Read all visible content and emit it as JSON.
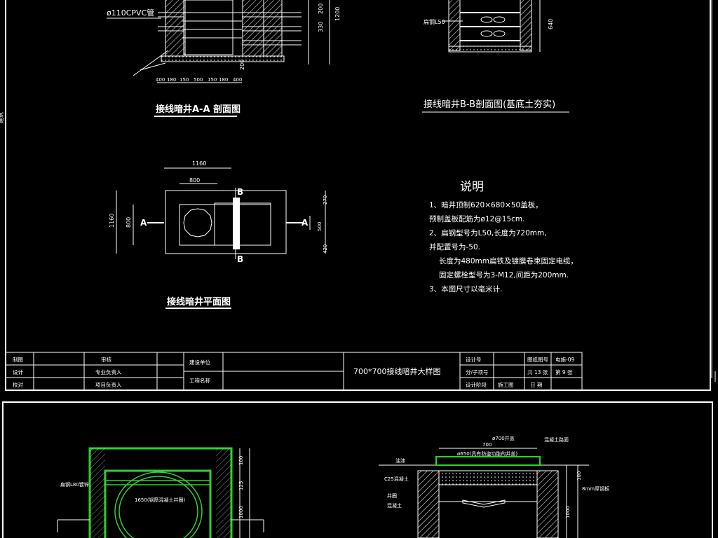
{
  "sheet_top": {
    "pipe_label": "ø110CPVC管",
    "section_aa_title": "接线暗井A-A 剖面图",
    "section_bb_title": "接线暗井B-B剖面图(基底土夯实)",
    "plan_title": "接线暗井平面图",
    "bb_side_label": "扁钢L50",
    "dims_aa_bottom": [
      "400",
      "180",
      "150",
      "500",
      "150",
      "180",
      "400"
    ],
    "dims_aa_right": [
      "1200",
      "330",
      "200",
      "200"
    ],
    "dims_bb_right": [
      "640"
    ],
    "dims_plan_top": [
      "1160",
      "800"
    ],
    "dims_plan_left": [
      "1160",
      "800"
    ],
    "dims_plan_right": [
      "270",
      "500",
      "420"
    ],
    "section_marks": [
      "B",
      "B",
      "A",
      "A"
    ],
    "notes": {
      "heading": "说明",
      "lines": [
        "1、暗井顶制620×680×50盖板，",
        "   预制盖板配筋为ø12@15cm.",
        "2、扁钢型号为L50,长度为720mm,",
        "   并配置号为-50.",
        "   长度为480mm扁铁及镀膜卷束固定电缆，",
        "   固定螺栓型号为3-M12,间距为200mm.",
        "3、本图尺寸以毫米计."
      ]
    },
    "title_block": {
      "r1": [
        "制图",
        "",
        "审核",
        "",
        "建设单位",
        "",
        "设计号",
        "",
        "图纸图号",
        "电施-09"
      ],
      "r2": [
        "设计",
        "",
        "专业负责人",
        "",
        "工程名称",
        "",
        "分/子项号",
        "",
        "共 13 张",
        "第 9 张"
      ],
      "r3": [
        "校对",
        "",
        "项目负责人",
        "",
        "",
        "",
        "设计阶段",
        "施工图",
        "日 期",
        ""
      ],
      "drawing_name": "700*700接线暗井大样图"
    },
    "side_label": "建筑"
  },
  "sheet_bottom": {
    "left_labels": [
      "扁钢L80镀锌",
      "1650(钢筋混凝土井圈)"
    ],
    "right_labels": [
      "ø700井盖",
      "ø650(具有防盗功能的井盖)",
      "700",
      "混凝土路面",
      "C25混凝土",
      "井圈",
      "混凝土",
      "8mm厚钢板",
      "油漆",
      "1000",
      "100"
    ],
    "left_dims": [
      "100",
      "125",
      "1000"
    ]
  },
  "colors": {
    "line": "#ffffff",
    "accent": "#2fd02f",
    "background": "#000000"
  }
}
